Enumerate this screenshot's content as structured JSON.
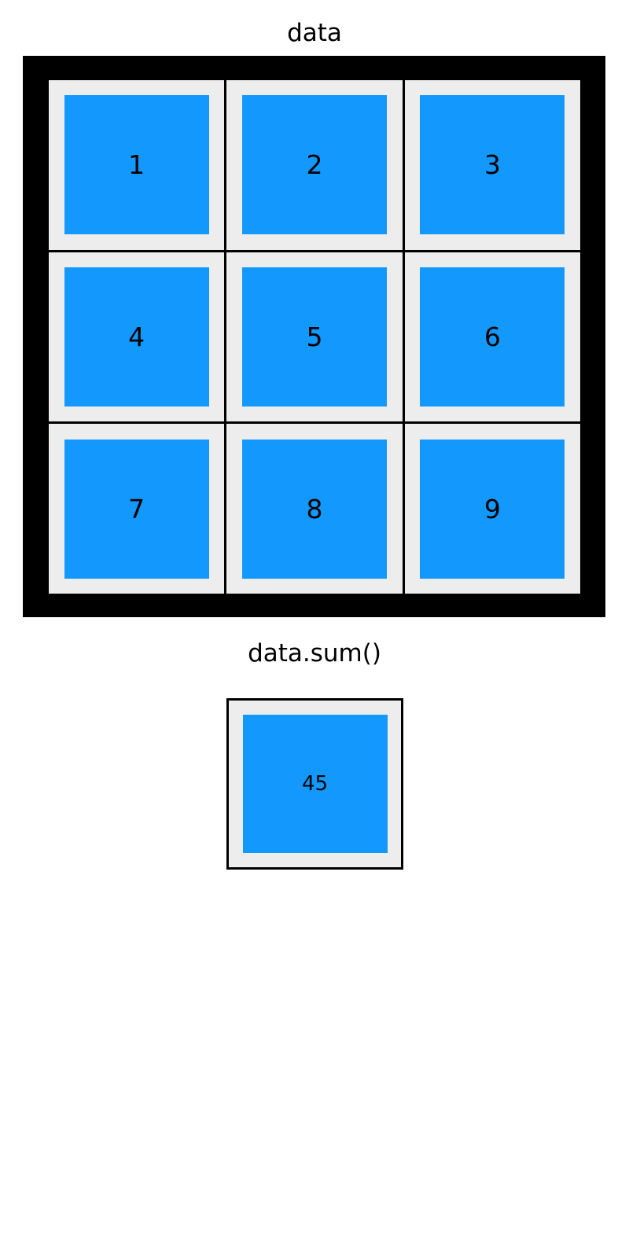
{
  "labels": {
    "array_name": "data",
    "operation": "data.sum()"
  },
  "array": {
    "rows": [
      [
        "1",
        "2",
        "3"
      ],
      [
        "4",
        "5",
        "6"
      ],
      [
        "7",
        "8",
        "9"
      ]
    ]
  },
  "result": {
    "value": "45"
  },
  "colors": {
    "tile_fill": "#1398fe",
    "cell_background": "#ededed",
    "frame": "#000000",
    "text": "#000000"
  }
}
